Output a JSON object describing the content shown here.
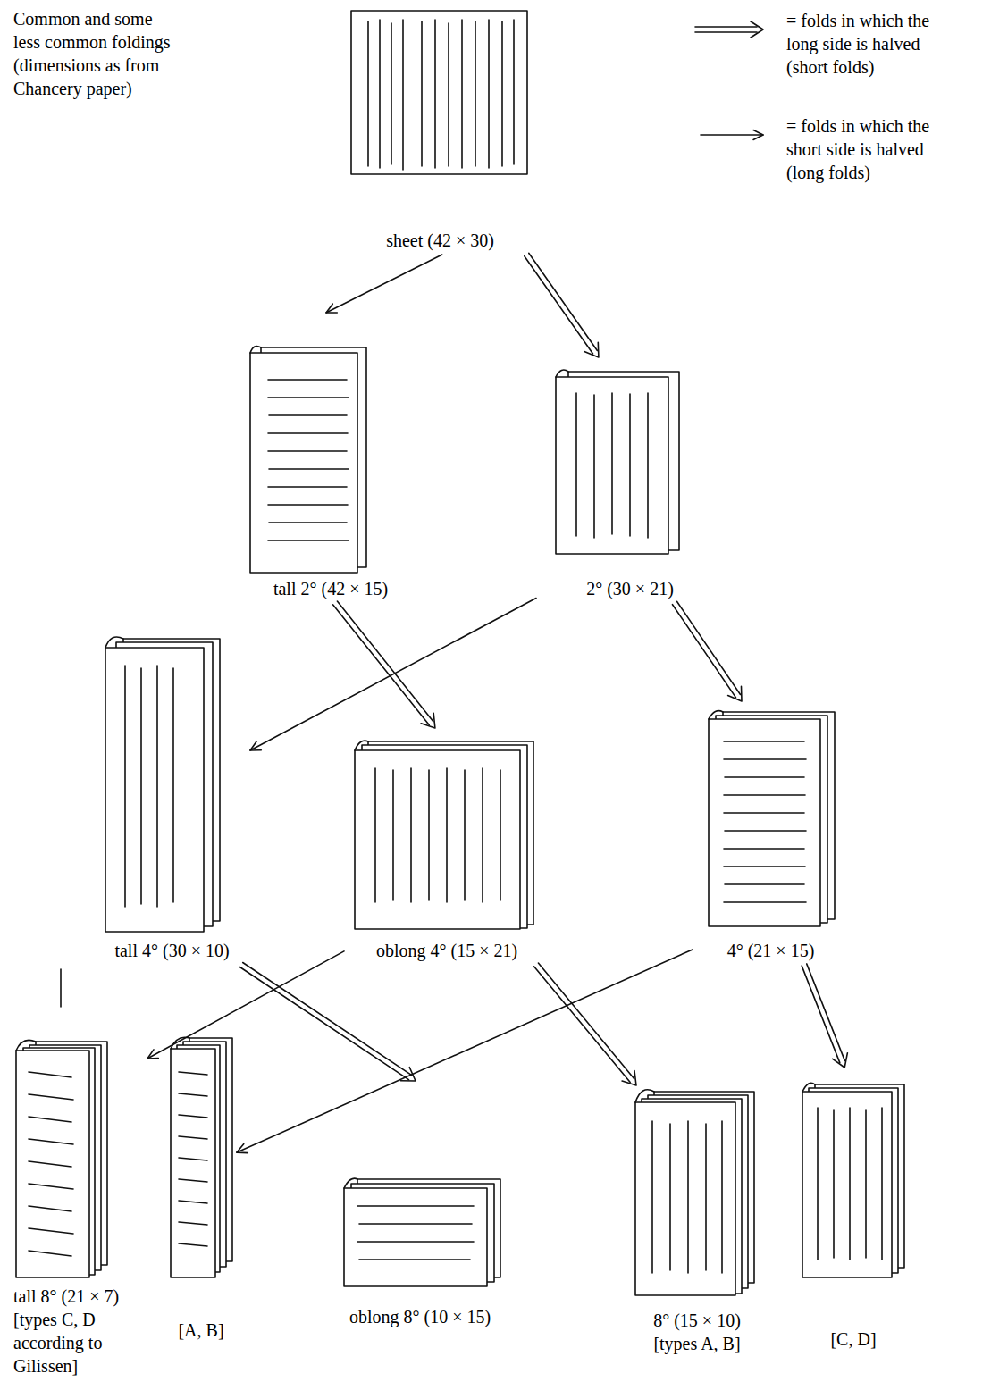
{
  "diagram": {
    "title": "Common and some less common foldings (dimensions as from Chancery paper)",
    "nodes": [
      {
        "text": [
          "sheet (42 × 30)"
        ]
      },
      {
        "text": [
          "tall 2° (42 × 15)"
        ]
      },
      {
        "text": [
          "2° (30 × 21)"
        ]
      },
      {
        "text": [
          "tall 4° (30 × 10)"
        ]
      },
      {
        "text": [
          "oblong 4° (15 × 21)"
        ]
      },
      {
        "text": [
          "4° (21 × 15)"
        ]
      },
      {
        "text": [
          "tall 8° (21 × 7) [types C, D according to Gilissen]"
        ]
      },
      {
        "text": [
          "[A, B]"
        ]
      },
      {
        "text": [
          "oblong 8° (10 × 15)"
        ]
      },
      {
        "text": [
          "8° (15 × 10) [types A, B]"
        ]
      },
      {
        "text": [
          "[C, D]"
        ]
      }
    ],
    "edges": [
      {
        "from": 0,
        "to": 1,
        "arrow": "to"
      },
      {
        "from": 0,
        "to": 2,
        "arrow": "to"
      },
      {
        "from": 1,
        "to": 4,
        "arrow": "to"
      },
      {
        "from": 2,
        "to": 3,
        "arrow": "to"
      },
      {
        "from": 2,
        "to": 5,
        "arrow": "to"
      },
      {
        "from": 3,
        "to": 8,
        "arrow": "to"
      },
      {
        "from": 4,
        "to": 6,
        "arrow": "to"
      },
      {
        "from": 4,
        "to": 9,
        "arrow": "to"
      },
      {
        "from": 5,
        "to": 7,
        "arrow": "to"
      },
      {
        "from": 5,
        "to": 10,
        "arrow": "to"
      }
    ],
    "legend": [
      {
        "text": "= folds in which the long side is halved (short folds)"
      },
      {
        "text": "= folds in which the short side is halved (long folds)"
      }
    ]
  }
}
